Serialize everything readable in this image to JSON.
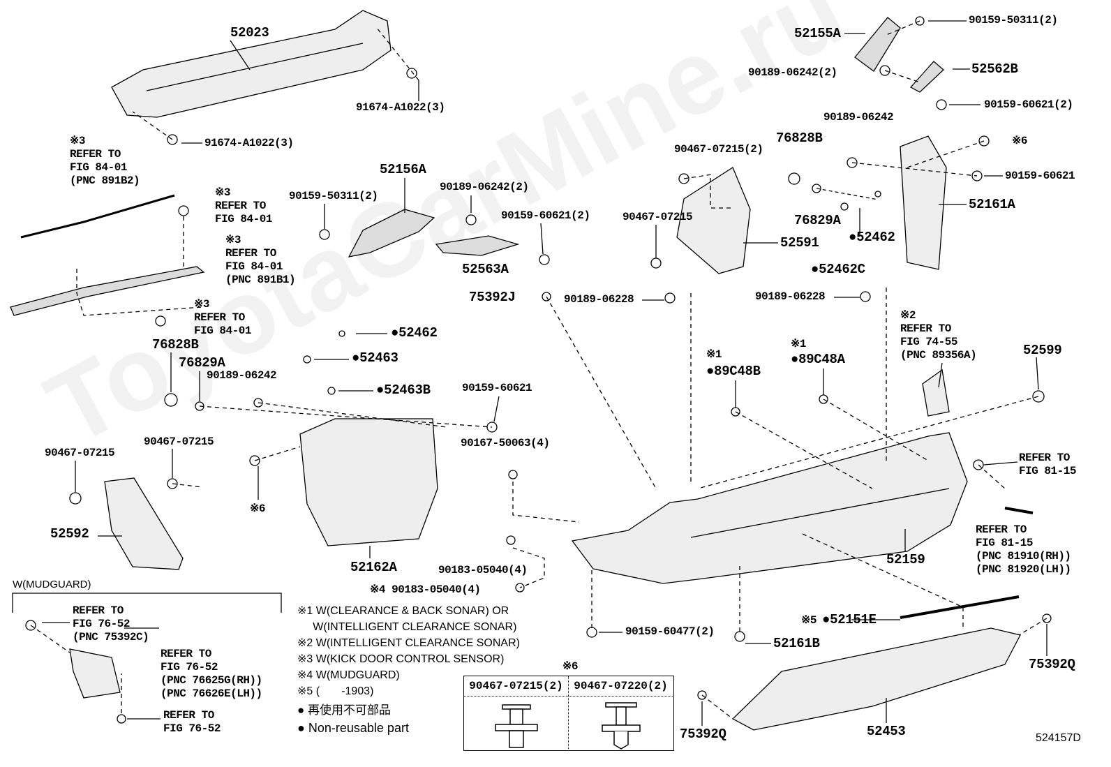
{
  "watermark": "ToyotaCarMine.ru",
  "diagram_id": "524157D",
  "callouts": [
    "52023",
    "52155A",
    "52562B",
    "76828B",
    "52161A",
    "52156A",
    "52591",
    "76829A",
    "●52462",
    "●52462C",
    "52563A",
    "75392J",
    "●52462",
    "●52463",
    "●52463B",
    "76828B",
    "76829A",
    "●89C48B",
    "●89C48A",
    "52599",
    "52592",
    "52162A",
    "52159",
    "●52151E",
    "52161B",
    "75392Q",
    "75392Q",
    "52453"
  ],
  "fasteners": [
    "90159-50311(2)",
    "90189-06242(2)",
    "90159-60621(2)",
    "90189-06242",
    "※6",
    "90467-07215(2)",
    "90159-60621",
    "91674-A1022(3)",
    "91674-A1022(3)",
    "90159-50311(2)",
    "90189-06242(2)",
    "90159-60621(2)",
    "90467-07215",
    "90189-06228",
    "90189-06228",
    "90189-06242",
    "90159-60621",
    "90167-50063(4)",
    "90467-07215",
    "90467-07215",
    "※6",
    "90183-05040(4)",
    "※4 90183-05040(4)",
    "90159-60477(2)",
    "※1",
    "※1",
    "※5",
    "※6"
  ],
  "references": [
    "※3\nREFER TO\nFIG 84-01\n(PNC 891B2)",
    "※3\nREFER TO\nFIG 84-01",
    "※3\nREFER TO\nFIG 84-01\n(PNC 891B1)",
    "※3\nREFER TO\nFIG 84-01",
    "※2\nREFER TO\nFIG 74-55\n(PNC 89356A)",
    "REFER TO\nFIG 81-15",
    "REFER TO\nFIG 81-15\n(PNC 81910(RH))\n(PNC 81920(LH))",
    "REFER TO\nFIG 76-52\n(PNC 75392C)",
    "REFER TO\nFIG 76-52\n(PNC 76625G(RH))\n(PNC 76626E(LH))",
    "REFER TO\nFIG 76-52"
  ],
  "mudguard_box_label": "W(MUDGUARD)",
  "notes": [
    "※1 W(CLEARANCE & BACK SONAR) OR",
    "     W(INTELLIGENT CLEARANCE SONAR)",
    "※2 W(INTELLIGENT CLEARANCE SONAR)",
    "※3 W(KICK DOOR CONTROL SENSOR)",
    "※4 W(MUDGUARD)",
    "※5 (       -1903)",
    "● 再使用不可部品",
    "● Non-reusable part"
  ],
  "clip_table": {
    "title": "※6",
    "columns": [
      "90467-07215(2)",
      "90467-07220(2)"
    ]
  }
}
